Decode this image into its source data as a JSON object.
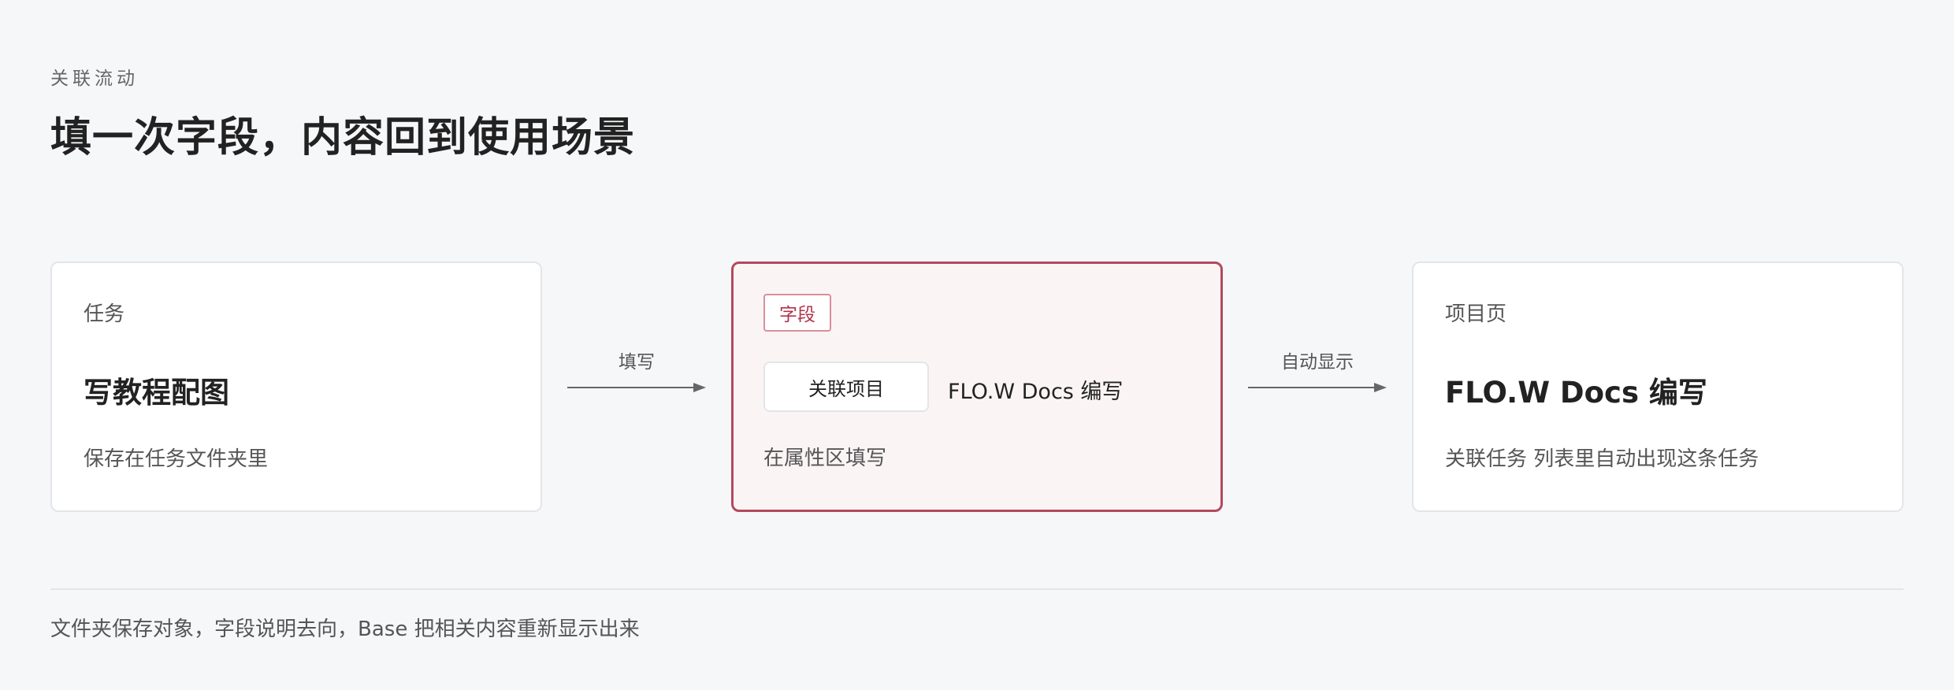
{
  "header": {
    "eyebrow": "关联流动",
    "title": "填一次字段，内容回到使用场景"
  },
  "cards": [
    {
      "label": "任务",
      "heading": "写教程配图",
      "description": "保存在任务文件夹里"
    },
    {
      "tag": "字段",
      "field_name": "关联项目",
      "field_value": "FLO.W Docs 编写",
      "description": "在属性区填写"
    },
    {
      "label": "项目页",
      "heading": "FLO.W Docs 编写",
      "description": "关联任务 列表里自动出现这条任务"
    }
  ],
  "arrows": [
    {
      "label": "填写"
    },
    {
      "label": "自动显示"
    }
  ],
  "footer": {
    "text": "文件夹保存对象，字段说明去向，Base 把相关内容重新显示出来"
  },
  "colors": {
    "accent": "#b5485c",
    "accent_bg": "#fbf4f5",
    "page_bg": "#f6f7f9",
    "arrow": "#666666"
  }
}
